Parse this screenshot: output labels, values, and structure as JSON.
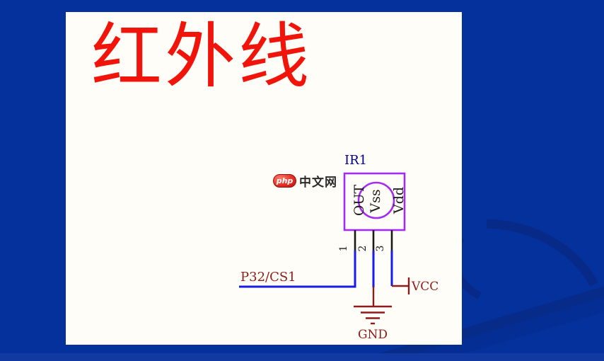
{
  "slide": {
    "title": "红外线"
  },
  "watermark": {
    "logo": "php",
    "site": "中文网"
  },
  "schematic": {
    "designator": "IR1",
    "pins": [
      {
        "number": "1",
        "name": "OUT",
        "net": "P32/CS1"
      },
      {
        "number": "2",
        "name": "Vss",
        "net": "GND"
      },
      {
        "number": "3",
        "name": "Vdd",
        "net": "VCC"
      }
    ]
  },
  "colors": {
    "background": "#04319C",
    "strip": "#1239A2",
    "swirl": "#082A86",
    "panel": "#FFFDF7",
    "title": "#F0140B",
    "component": "#A62BF2",
    "designator": "#00008B",
    "wire": "#1A1AE6",
    "power": "#8E1A1A",
    "pin": "#1A1A1A"
  }
}
